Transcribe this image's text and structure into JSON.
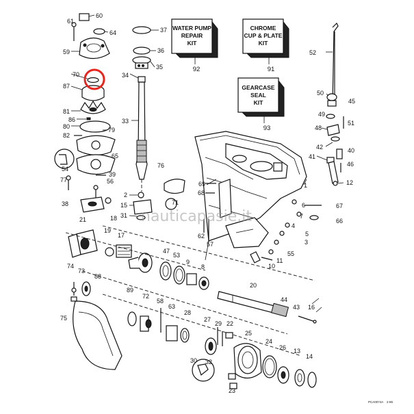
{
  "kits": [
    {
      "id": "water-pump-repair-kit",
      "lines": [
        "WATER PUMP",
        "REPAIR",
        "KIT"
      ],
      "number": "92"
    },
    {
      "id": "chrome-cup-plate-kit",
      "lines": [
        "CHROME",
        "CUP & PLATE",
        "KIT"
      ],
      "number": "91"
    },
    {
      "id": "gearcase-seal-kit",
      "lines": [
        "GEARCASE",
        "SEAL",
        "KIT"
      ],
      "number": "93"
    }
  ],
  "callouts": [
    "60",
    "61",
    "64",
    "37",
    "59",
    "36",
    "34",
    "35",
    "70",
    "87",
    "81",
    "86",
    "80",
    "82",
    "79",
    "33",
    "65",
    "50",
    "49",
    "45",
    "48",
    "51",
    "42",
    "40",
    "41",
    "46",
    "12",
    "1",
    "76",
    "69",
    "68",
    "2",
    "15",
    "18",
    "19",
    "17",
    "38",
    "56",
    "39",
    "71",
    "31",
    "21",
    "16",
    "62",
    "57",
    "7",
    "6",
    "55",
    "3",
    "5",
    "4",
    "11",
    "10",
    "52",
    "67",
    "66",
    "13",
    "53",
    "47",
    "8",
    "9",
    "20",
    "44",
    "74",
    "73",
    "88",
    "72",
    "89",
    "58",
    "63",
    "28",
    "27",
    "29",
    "22",
    "25",
    "24",
    "26",
    "43",
    "14",
    "75",
    "54",
    "23",
    "30",
    "32",
    "77"
  ],
  "watermark": "nauticapasie.it",
  "footer": {
    "code": "PCA0074A",
    "date": "2-86"
  },
  "highlight": {
    "part": "70",
    "color": "#e8261d"
  }
}
